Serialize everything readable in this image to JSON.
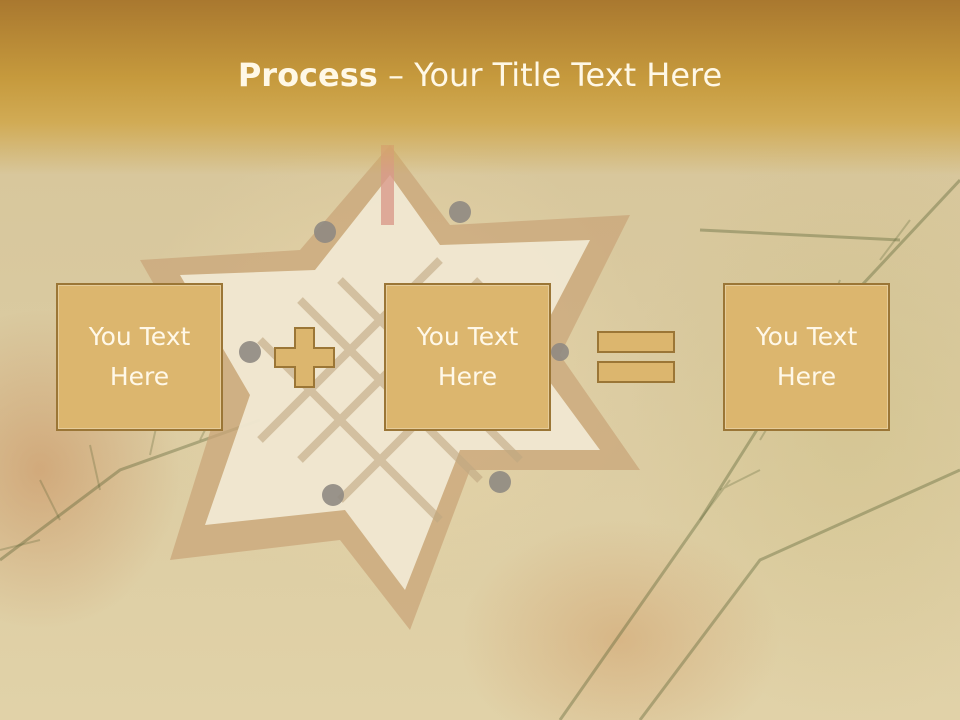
{
  "slide": {
    "title_bold": "Process",
    "title_rest": " – Your Title Text Here"
  },
  "process": {
    "boxes": [
      {
        "text": "You Text Here"
      },
      {
        "text": "You Text Here"
      },
      {
        "text": "You Text Here"
      }
    ],
    "operators": [
      "plus",
      "equals"
    ]
  },
  "colors": {
    "header": "#c69a3d",
    "box_fill": "#dcb66e",
    "box_border": "#9b7636",
    "text": "#fff8e8"
  }
}
